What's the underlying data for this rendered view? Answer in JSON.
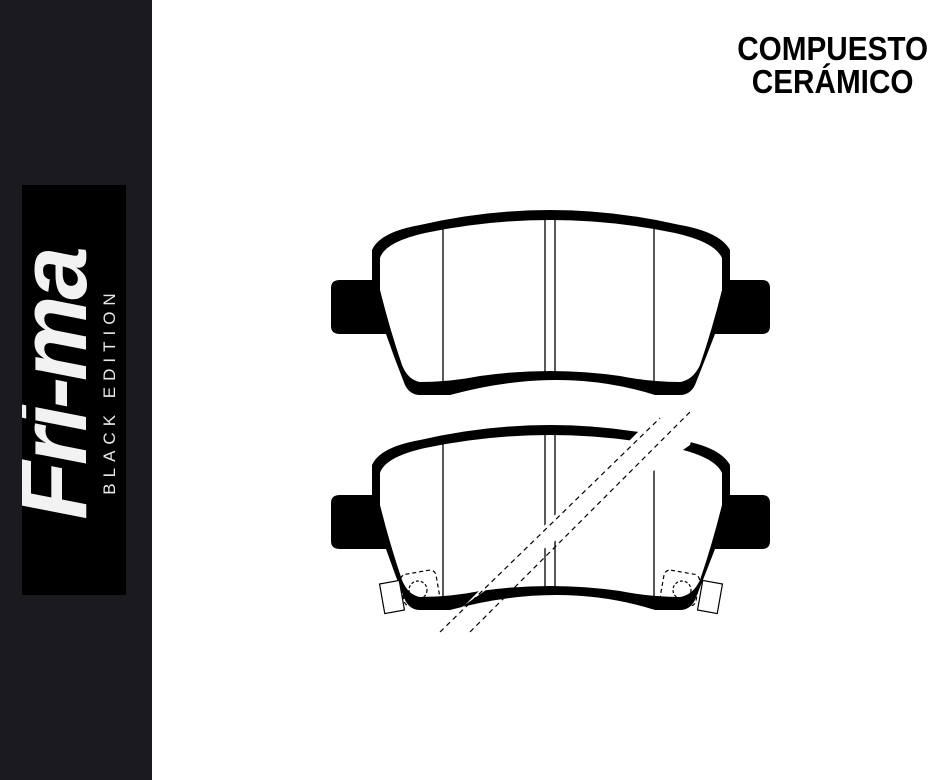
{
  "brand": {
    "logo_text": "Fri-ma",
    "edition": "BLACK EDITION"
  },
  "heading": {
    "line1": "COMPUESTO",
    "line2": "CERÁMICO"
  },
  "colors": {
    "sidebar": "#1b1a1f",
    "logo_bg": "#000000",
    "outline": "#000000"
  }
}
